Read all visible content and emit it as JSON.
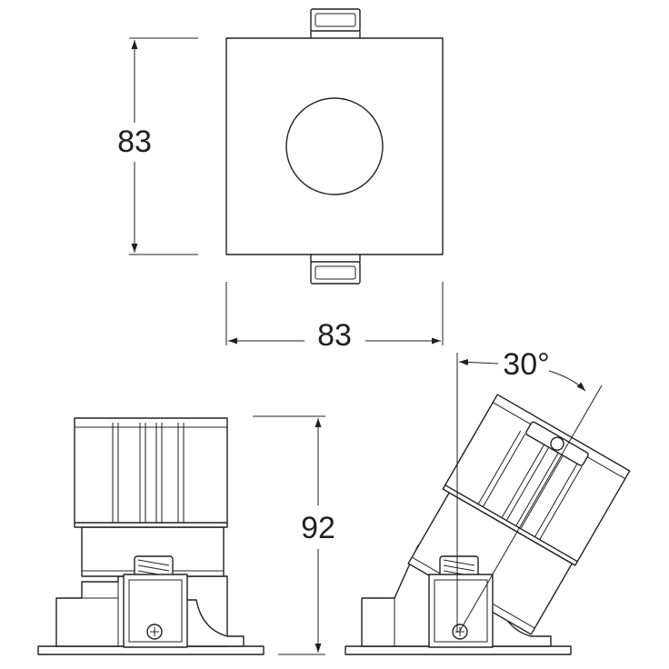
{
  "dimensions": {
    "top_height": "83",
    "top_width": "83",
    "side_height": "92",
    "tilt_angle": "30°"
  },
  "colors": {
    "line": "#231f20",
    "background": "#ffffff"
  }
}
